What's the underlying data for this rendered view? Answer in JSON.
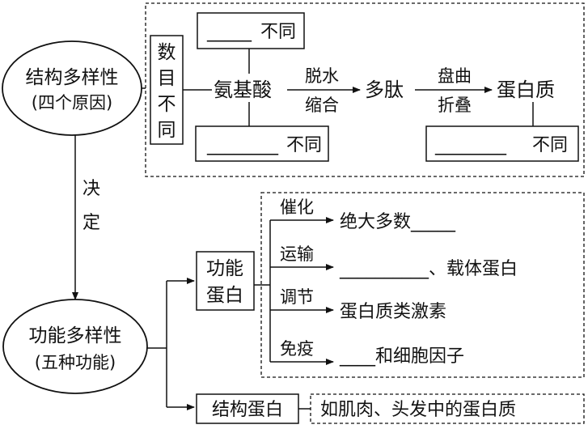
{
  "structure_oval": {
    "line1": "结构多样性",
    "line2": "(四个原因)"
  },
  "decides": {
    "c1": "决",
    "c2": "定"
  },
  "function_oval": {
    "line1": "功能多样性",
    "line2": "(五种功能)"
  },
  "count_box": {
    "c1": "数",
    "c2": "目",
    "c3": "不",
    "c4": "同"
  },
  "top_box": {
    "blank": "_____",
    "label": "不同"
  },
  "bottom_box": {
    "blank": "________",
    "label": "不同"
  },
  "right_box": {
    "blank": "________",
    "label": "不同"
  },
  "amino_acid": "氨基酸",
  "dehydration": {
    "line1": "脱水",
    "line2": "缩合"
  },
  "polypeptide": "多肽",
  "folding": {
    "line1": "盘曲",
    "line2": "折叠"
  },
  "protein": "蛋白质",
  "functional_protein": {
    "line1": "功能",
    "line2": "蛋白"
  },
  "structural_protein": "结构蛋白",
  "structural_example": "如肌肉、头发中的蛋白质",
  "functions": [
    {
      "label": "催化",
      "desc": "绝大多数_____"
    },
    {
      "label": "运输",
      "desc": "__________、载体蛋白"
    },
    {
      "label": "调节",
      "desc": "蛋白质类激素"
    },
    {
      "label": "免疫",
      "desc": "____和细胞因子"
    }
  ]
}
